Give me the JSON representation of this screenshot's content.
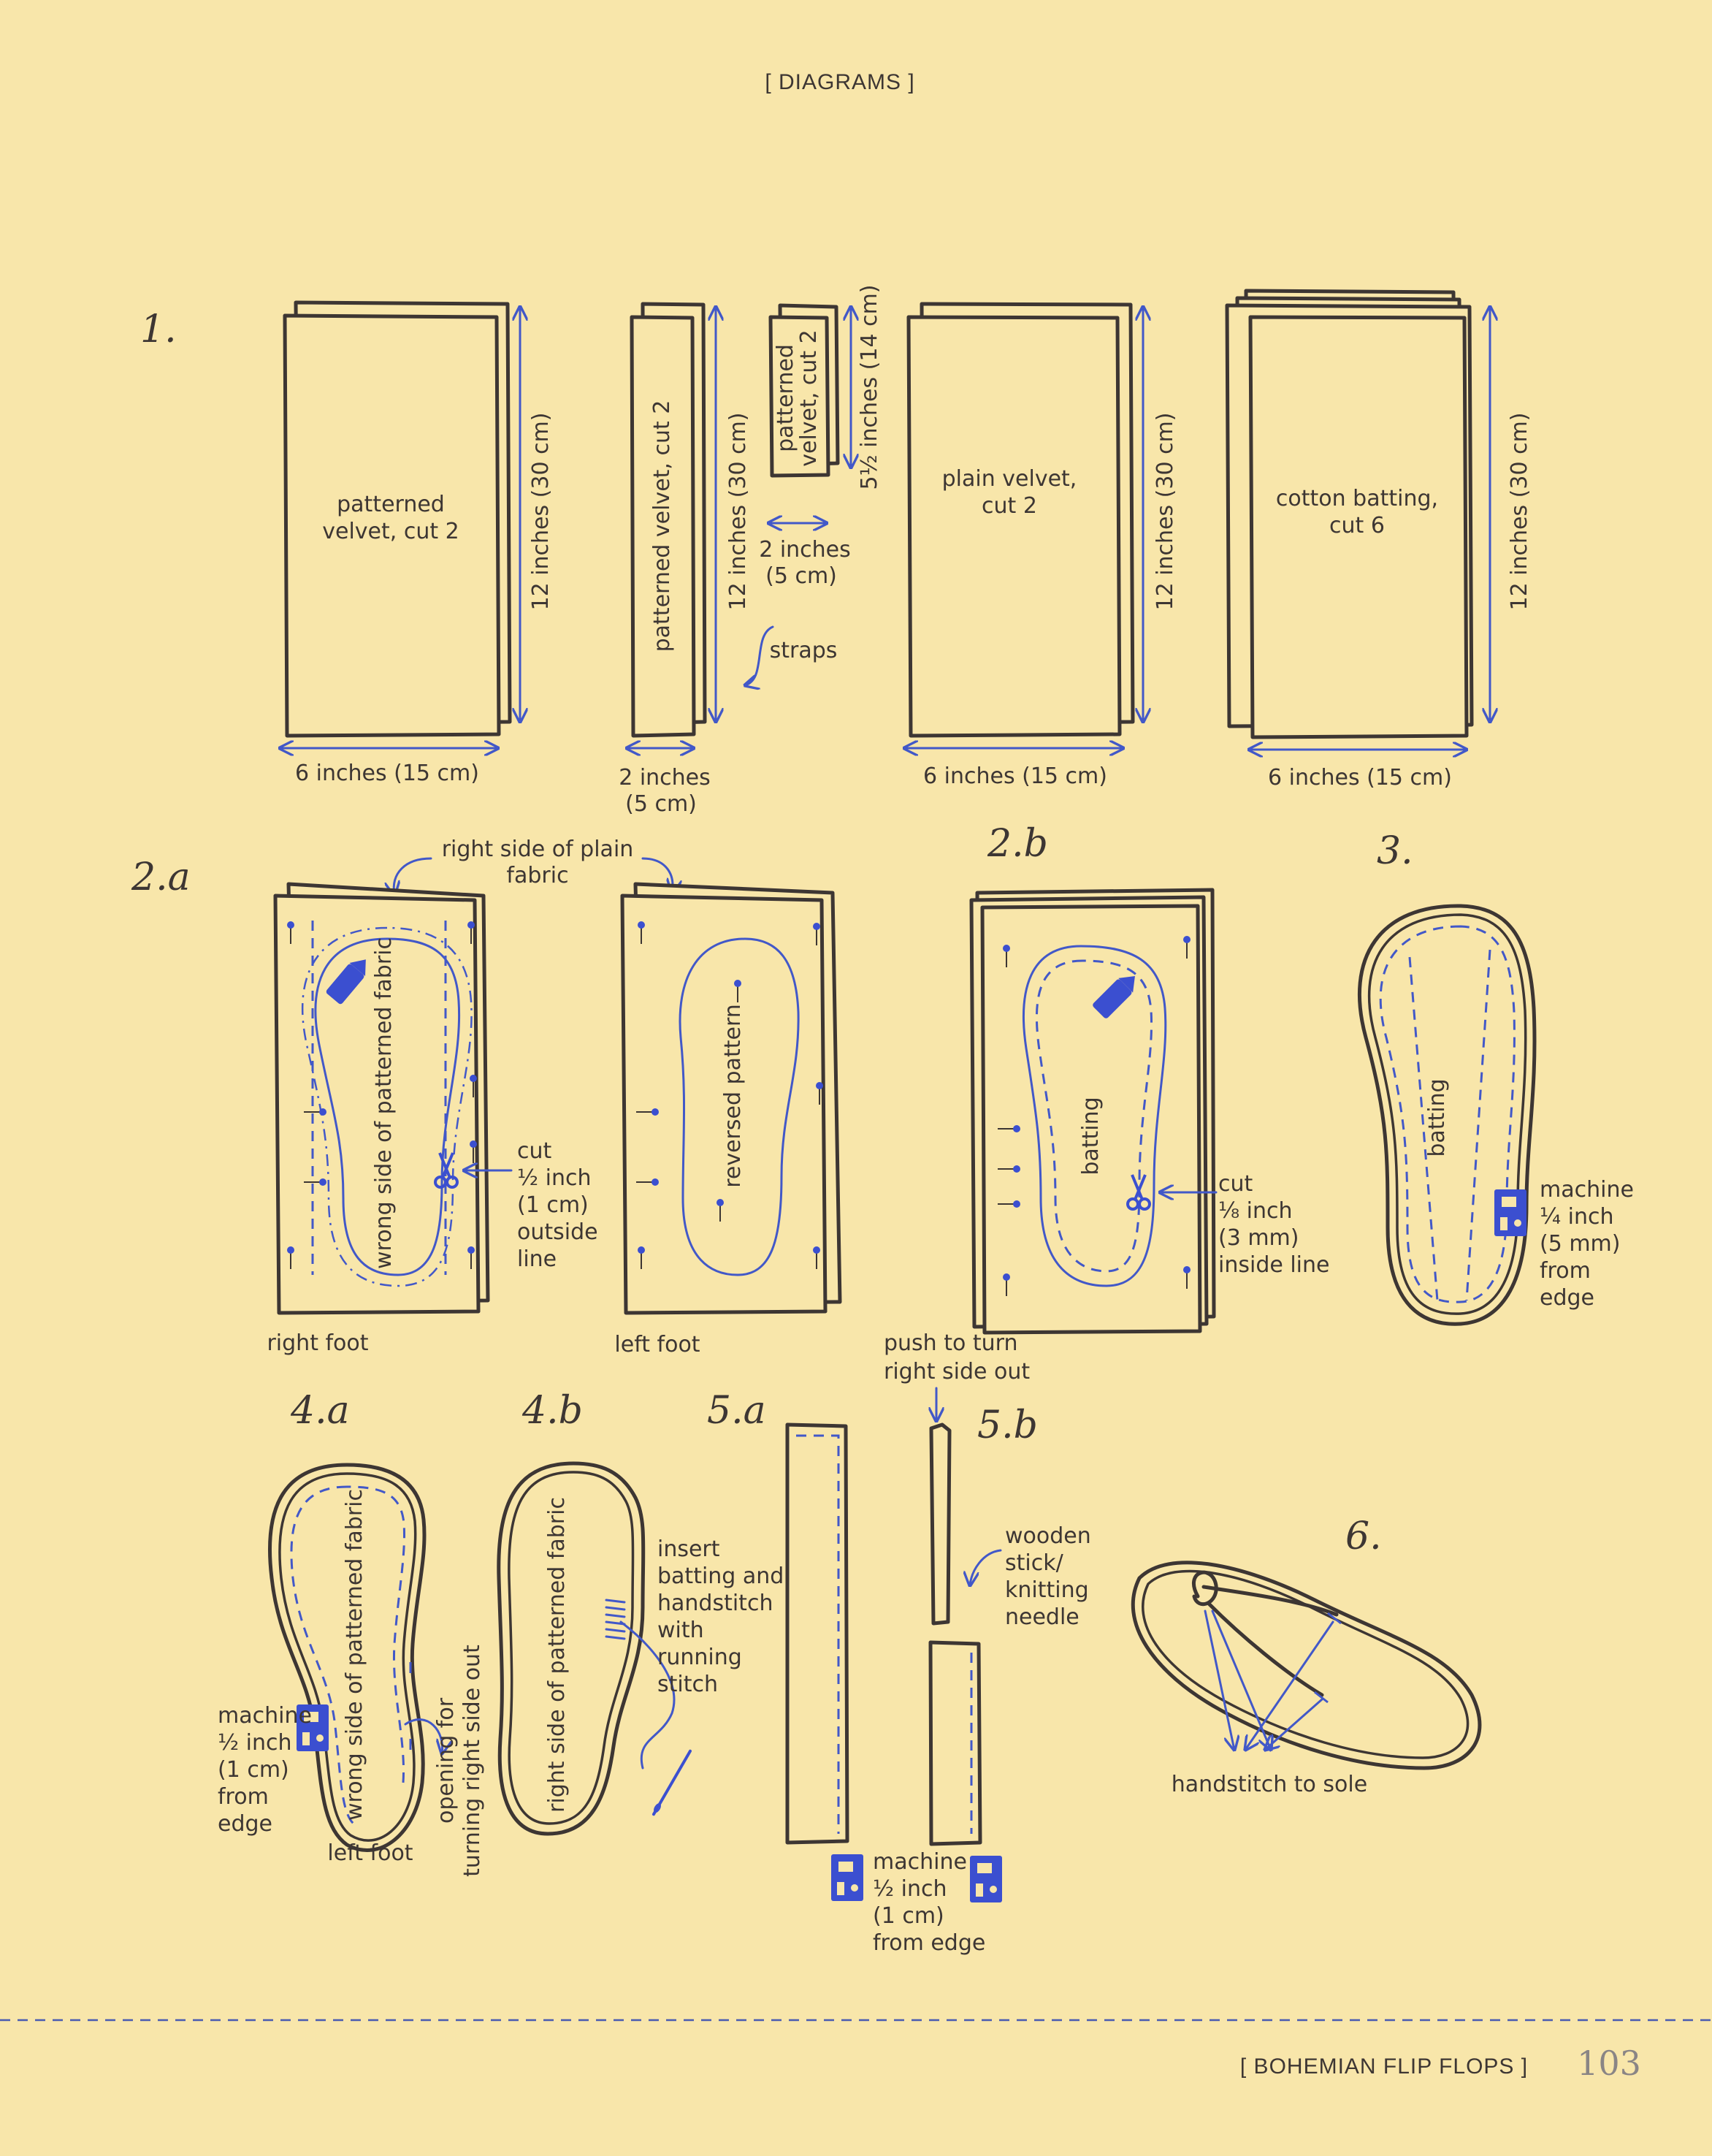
{
  "header": {
    "title": "[ DIAGRAMS ]"
  },
  "footer": {
    "section": "[ BOHEMIAN FLIP FLOPS ]",
    "page_number": "103"
  },
  "steps": {
    "s1": "1.",
    "s2a": "2.a",
    "s2b": "2.b",
    "s3": "3.",
    "s4a": "4.a",
    "s4b": "4.b",
    "s5a": "5.a",
    "s5b": "5.b",
    "s6": "6."
  },
  "step1": {
    "panel_a_label_1": "patterned",
    "panel_a_label_2": "velvet, cut 2",
    "panel_a_height": "12 inches (30 cm)",
    "panel_a_width": "6 inches (15 cm)",
    "panel_b_label": "patterned velvet, cut 2",
    "panel_b_height": "12 inches (30 cm)",
    "panel_b_width_1": "2 inches",
    "panel_b_width_2": "(5 cm)",
    "strap_label_1": "patterned",
    "strap_label_2": "velvet, cut 2",
    "strap_height": "5½ inches (14 cm)",
    "strap_width_1": "2 inches",
    "strap_width_2": "(5 cm)",
    "straps": "straps",
    "panel_c_label_1": "plain velvet,",
    "panel_c_label_2": "cut 2",
    "panel_c_height": "12 inches (30 cm)",
    "panel_c_width": "6 inches (15 cm)",
    "panel_d_label_1": "cotton batting,",
    "panel_d_label_2": "cut 6",
    "panel_d_height": "12 inches (30 cm)",
    "panel_d_width": "6 inches (15 cm)"
  },
  "step2a": {
    "callout_1": "right side of plain",
    "callout_2": "fabric",
    "right_label": "wrong side of patterned fabric",
    "left_label": "reversed pattern",
    "cut_1": "cut",
    "cut_2": "½ inch",
    "cut_3": "(1 cm)",
    "cut_4": "outside",
    "cut_5": "line",
    "right_foot": "right foot",
    "left_foot": "left foot"
  },
  "step2b": {
    "batting": "batting",
    "cut_1": "cut",
    "cut_2": "⅛ inch",
    "cut_3": "(3 mm)",
    "cut_4": "inside line"
  },
  "step3": {
    "batting": "batting",
    "machine_1": "machine",
    "machine_2": "¼ inch",
    "machine_3": "(5 mm)",
    "machine_4": "from",
    "machine_5": "edge"
  },
  "step4a": {
    "label": "wrong side of patterned fabric",
    "machine_1": "machine",
    "machine_2": "½ inch",
    "machine_3": "(1 cm)",
    "machine_4": "from",
    "machine_5": "edge",
    "left_foot": "left foot",
    "opening_1": "opening for",
    "opening_2": "turning right side out"
  },
  "step4b": {
    "label": "right side of patterned fabric",
    "insert_1": "insert",
    "insert_2": "batting and",
    "insert_3": "handstitch",
    "insert_4": "with",
    "insert_5": "running",
    "insert_6": "stitch"
  },
  "step5": {
    "push_1": "push to turn",
    "push_2": "right side out",
    "stick_1": "wooden",
    "stick_2": "stick/",
    "stick_3": "knitting",
    "stick_4": "needle",
    "machine_1": "machine",
    "machine_2": "½ inch",
    "machine_3": "(1 cm)",
    "machine_4": "from edge"
  },
  "step6": {
    "handstitch": "handstitch to sole"
  },
  "colors": {
    "paper": "#f8e6aa",
    "ink": "#3d3633",
    "accent_blue": "#4258c8",
    "page_number_gray": "#8a8585"
  }
}
